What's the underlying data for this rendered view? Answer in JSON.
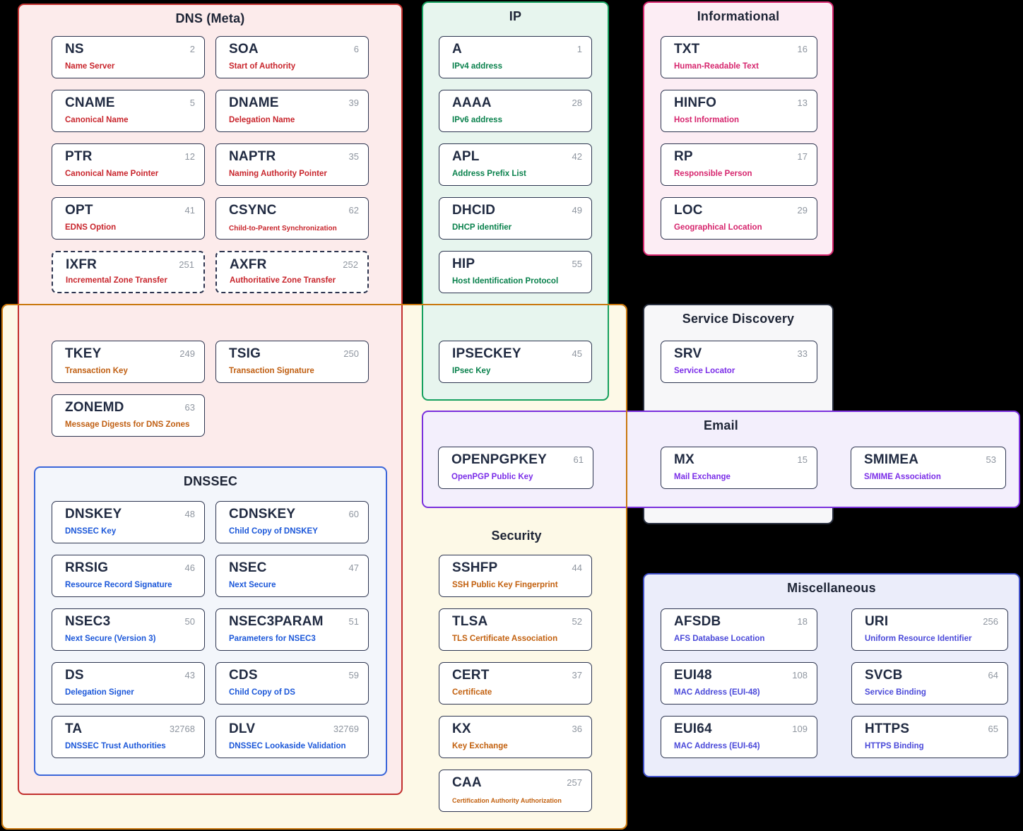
{
  "diagram": {
    "background": "#000000",
    "card_border_color": "#2d3550",
    "card_background": "#ffffff",
    "number_color": "#8f96a0",
    "title_color": "#1e2536"
  },
  "groups": {
    "dns_meta": {
      "label": "DNS (Meta)",
      "colors": {
        "border": "#c2302e",
        "fill": "#fcebeb",
        "accent": "#c8252c"
      },
      "cards": [
        {
          "name": "NS",
          "code": "2",
          "desc": "Name Server"
        },
        {
          "name": "SOA",
          "code": "6",
          "desc": "Start of Authority"
        },
        {
          "name": "CNAME",
          "code": "5",
          "desc": "Canonical Name"
        },
        {
          "name": "DNAME",
          "code": "39",
          "desc": "Delegation Name"
        },
        {
          "name": "PTR",
          "code": "12",
          "desc": "Canonical Name Pointer"
        },
        {
          "name": "NAPTR",
          "code": "35",
          "desc": "Naming Authority Pointer"
        },
        {
          "name": "OPT",
          "code": "41",
          "desc": "EDNS Option"
        },
        {
          "name": "CSYNC",
          "code": "62",
          "desc": "Child-to-Parent Synchronization"
        },
        {
          "name": "IXFR",
          "code": "251",
          "desc": "Incremental Zone Transfer",
          "dashed": true
        },
        {
          "name": "AXFR",
          "code": "252",
          "desc": "Authoritative Zone Transfer",
          "dashed": true
        }
      ]
    },
    "meta_security": {
      "colors": {
        "accent": "#c05f12"
      },
      "cards": [
        {
          "name": "TKEY",
          "code": "249",
          "desc": "Transaction Key"
        },
        {
          "name": "TSIG",
          "code": "250",
          "desc": "Transaction Signature"
        },
        {
          "name": "ZONEMD",
          "code": "63",
          "desc": "Message Digests for DNS Zones"
        }
      ]
    },
    "dnssec": {
      "label": "DNSSEC",
      "colors": {
        "border": "#3b66d9",
        "fill": "#f3f6fb",
        "accent": "#1b57d9"
      },
      "cards": [
        {
          "name": "DNSKEY",
          "code": "48",
          "desc": "DNSSEC Key"
        },
        {
          "name": "CDNSKEY",
          "code": "60",
          "desc": "Child Copy of DNSKEY"
        },
        {
          "name": "RRSIG",
          "code": "46",
          "desc": "Resource Record Signature"
        },
        {
          "name": "NSEC",
          "code": "47",
          "desc": "Next Secure"
        },
        {
          "name": "NSEC3",
          "code": "50",
          "desc": "Next Secure (Version 3)"
        },
        {
          "name": "NSEC3PARAM",
          "code": "51",
          "desc": "Parameters for NSEC3"
        },
        {
          "name": "DS",
          "code": "43",
          "desc": "Delegation Signer"
        },
        {
          "name": "CDS",
          "code": "59",
          "desc": "Child Copy of DS"
        },
        {
          "name": "TA",
          "code": "32768",
          "desc": "DNSSEC Trust Authorities"
        },
        {
          "name": "DLV",
          "code": "32769",
          "desc": "DNSSEC Lookaside Validation"
        }
      ]
    },
    "ip": {
      "label": "IP",
      "colors": {
        "border": "#16a05f",
        "fill": "#e7f5ee",
        "accent": "#09814c"
      },
      "cards": [
        {
          "name": "A",
          "code": "1",
          "desc": "IPv4 address"
        },
        {
          "name": "AAAA",
          "code": "28",
          "desc": "IPv6 address"
        },
        {
          "name": "APL",
          "code": "42",
          "desc": "Address Prefix List"
        },
        {
          "name": "DHCID",
          "code": "49",
          "desc": "DHCP identifier"
        },
        {
          "name": "HIP",
          "code": "55",
          "desc": "Host Identification Protocol"
        },
        {
          "name": "IPSECKEY",
          "code": "45",
          "desc": "IPsec Key"
        }
      ]
    },
    "informational": {
      "label": "Informational",
      "colors": {
        "border": "#d6256d",
        "fill": "#fcedf4",
        "accent": "#d6256d"
      },
      "cards": [
        {
          "name": "TXT",
          "code": "16",
          "desc": "Human-Readable Text"
        },
        {
          "name": "HINFO",
          "code": "13",
          "desc": "Host Information"
        },
        {
          "name": "RP",
          "code": "17",
          "desc": "Responsible Person"
        },
        {
          "name": "LOC",
          "code": "29",
          "desc": "Geographical Location"
        }
      ]
    },
    "service_discovery": {
      "label": "Service Discovery",
      "colors": {
        "border": "#2a3040",
        "fill": "#f7f7f9",
        "accent": "#7b2ee8"
      },
      "cards": [
        {
          "name": "SRV",
          "code": "33",
          "desc": "Service Locator"
        }
      ]
    },
    "email": {
      "label": "Email",
      "colors": {
        "border": "#7a30dd",
        "fill": "#f3effc",
        "accent": "#7b2ee8"
      },
      "cards": [
        {
          "name": "OPENPGPKEY",
          "code": "61",
          "desc": "OpenPGP Public Key"
        },
        {
          "name": "MX",
          "code": "15",
          "desc": "Mail Exchange"
        },
        {
          "name": "SMIMEA",
          "code": "53",
          "desc": "S/MIME Association"
        }
      ]
    },
    "security": {
      "label": "Security",
      "colors": {
        "border": "#c9780f",
        "fill": "#fdf9e7",
        "accent": "#c2600e"
      },
      "cards": [
        {
          "name": "SSHFP",
          "code": "44",
          "desc": "SSH Public Key Fingerprint"
        },
        {
          "name": "TLSA",
          "code": "52",
          "desc": "TLS Certificate Association"
        },
        {
          "name": "CERT",
          "code": "37",
          "desc": "Certificate"
        },
        {
          "name": "KX",
          "code": "36",
          "desc": "Key Exchange"
        },
        {
          "name": "CAA",
          "code": "257",
          "desc": "Certification Authority Authorization"
        }
      ]
    },
    "misc": {
      "label": "Miscellaneous",
      "colors": {
        "border": "#3f4fc8",
        "fill": "#ebedfa",
        "accent": "#4a49d9"
      },
      "cards": [
        {
          "name": "AFSDB",
          "code": "18",
          "desc": "AFS Database Location"
        },
        {
          "name": "URI",
          "code": "256",
          "desc": "Uniform Resource Identifier"
        },
        {
          "name": "EUI48",
          "code": "108",
          "desc": "MAC Address (EUI-48)"
        },
        {
          "name": "SVCB",
          "code": "64",
          "desc": "Service Binding"
        },
        {
          "name": "EUI64",
          "code": "109",
          "desc": "MAC Address (EUI-64)"
        },
        {
          "name": "HTTPS",
          "code": "65",
          "desc": "HTTPS Binding"
        }
      ]
    }
  }
}
